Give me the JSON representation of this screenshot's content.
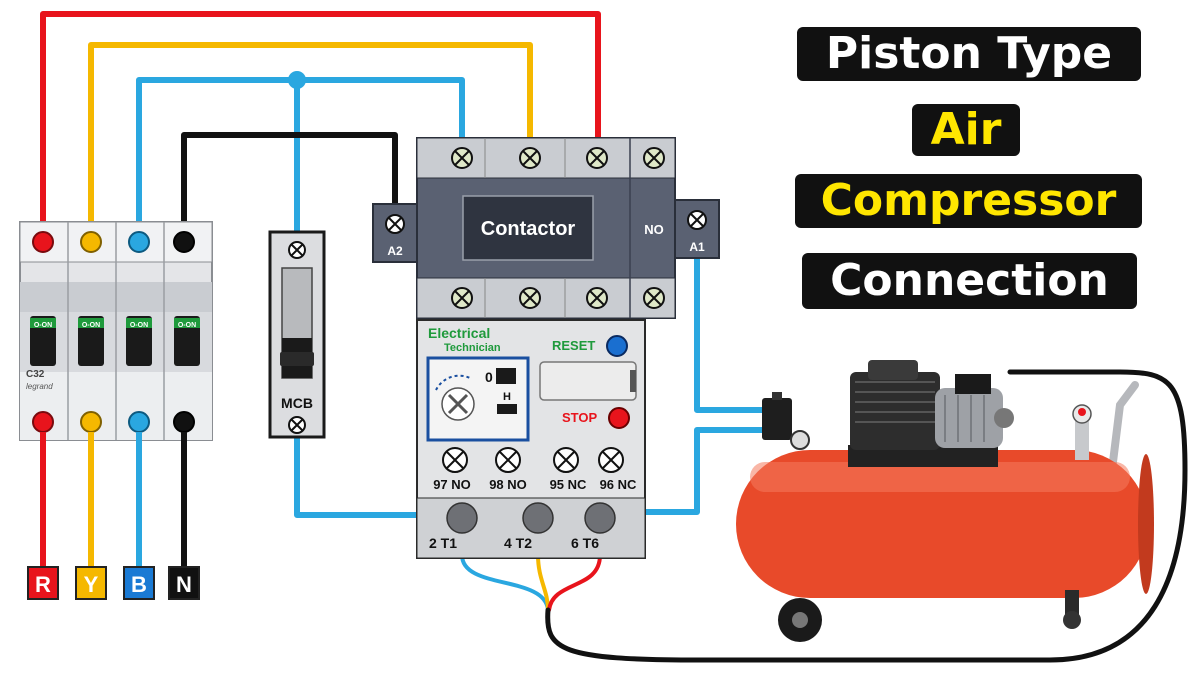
{
  "title": {
    "line1": "Piston Type",
    "line2": "Air",
    "line3": "Compressor",
    "line4": "Connection"
  },
  "phases": [
    {
      "label": "R",
      "color": "#e8141c"
    },
    {
      "label": "Y",
      "color": "#f5b800"
    },
    {
      "label": "B",
      "color": "#1a7ad4"
    },
    {
      "label": "N",
      "color": "#111111"
    }
  ],
  "breaker": {
    "rating": "C32",
    "brand": "legrand",
    "switch_label": "O-ON"
  },
  "mcb": {
    "label": "MCB"
  },
  "contactor": {
    "label": "Contactor",
    "no_label": "NO",
    "coil_a1": "A1",
    "coil_a2": "A2"
  },
  "overload": {
    "brand_line1": "Electrical",
    "brand_line2": "Technician",
    "reset": "RESET",
    "stop": "STOP",
    "dial_zero": "0",
    "dial_h": "H",
    "aux_terminals": [
      "97 NO",
      "98 NO",
      "95 NC",
      "96 NC"
    ],
    "output_terminals": [
      "2 T1",
      "4 T2",
      "6 T6"
    ]
  },
  "colors": {
    "red": "#e8141c",
    "yellow": "#f5b800",
    "blue": "#2aa7e0",
    "black": "#111111",
    "title_yellow": "#ffe600"
  }
}
